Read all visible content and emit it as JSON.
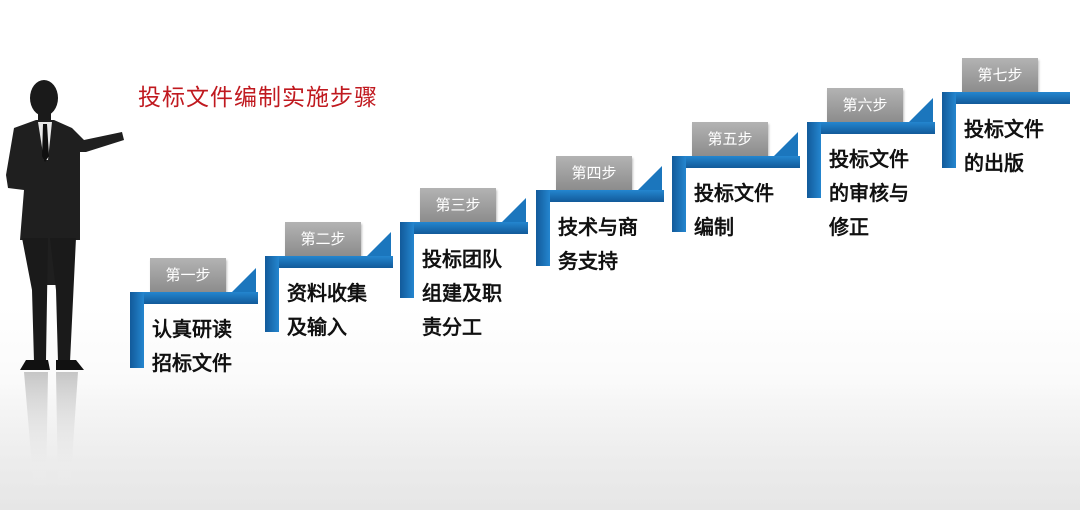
{
  "title": "投标文件编制实施步骤",
  "colors": {
    "title": "#c0191f",
    "bar": "#1b76bd",
    "badge": "#9a9a9a"
  },
  "steps": [
    {
      "badge": "第一步",
      "label": "认真研读\n招标文件"
    },
    {
      "badge": "第二步",
      "label": "资料收集\n及输入"
    },
    {
      "badge": "第三步",
      "label": "投标团队\n组建及职\n责分工"
    },
    {
      "badge": "第四步",
      "label": "技术与商\n务支持"
    },
    {
      "badge": "第五步",
      "label": "投标文件\n编制"
    },
    {
      "badge": "第六步",
      "label": "投标文件\n的审核与\n修正"
    },
    {
      "badge": "第七步",
      "label": "投标文件\n的出版"
    }
  ]
}
